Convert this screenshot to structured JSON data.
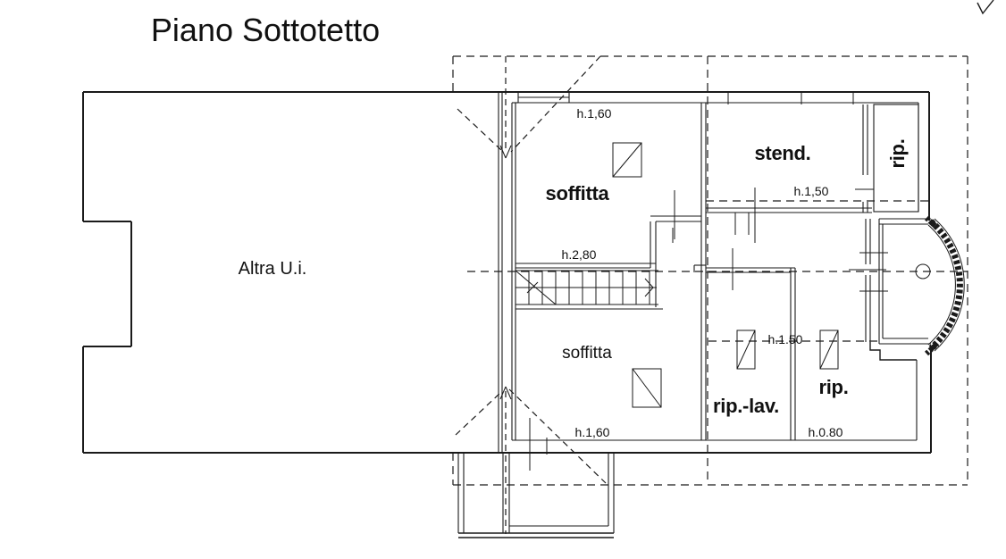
{
  "title": "Piano Sottotetto",
  "colors": {
    "background": "#ffffff",
    "line": "#1a1a1a"
  },
  "rooms": {
    "altra_ui": {
      "label": "Altra U.i."
    },
    "soffitta_upper": {
      "label": "soffitta",
      "height": "h.1,60"
    },
    "stenditoio": {
      "label": "stend.",
      "height": "h.1,50"
    },
    "rip_upper": {
      "label": "rip."
    },
    "stairwell": {
      "height": "h.2,80"
    },
    "soffitta_lower": {
      "label": "soffitta",
      "height": "h.1,60"
    },
    "rip_lav": {
      "label": "rip.-lav."
    },
    "corridor": {
      "height": "h.1.50"
    },
    "rip_lower": {
      "label": "rip.",
      "height": "h.0.80"
    }
  }
}
